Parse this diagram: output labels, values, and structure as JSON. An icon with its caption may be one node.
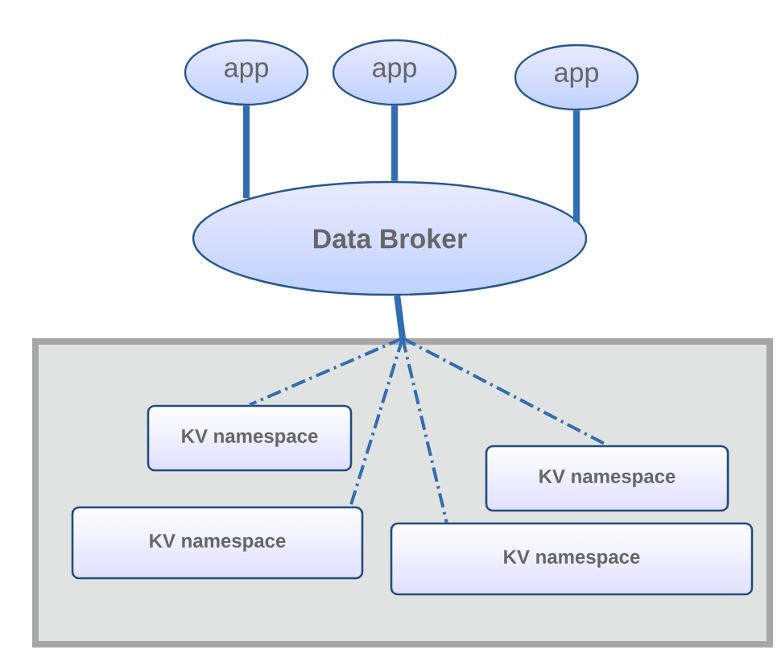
{
  "diagram": {
    "nodes": [
      {
        "text": [
          "app"
        ]
      },
      {
        "text": [
          "app"
        ]
      },
      {
        "text": [
          "app"
        ]
      },
      {
        "text": [
          "Data Broker"
        ]
      },
      {
        "text": [],
        "shape": "box"
      },
      {
        "text": [
          "KV namespace"
        ],
        "in": 4
      },
      {
        "text": [
          "KV namespace"
        ],
        "in": 4
      },
      {
        "text": [
          "KV namespace"
        ],
        "in": 4
      },
      {
        "text": [
          "KV namespace"
        ],
        "in": 4
      }
    ],
    "edges": [
      {
        "from": 0,
        "to": 3,
        "arrow": "none",
        "style": "thick"
      },
      {
        "from": 1,
        "to": 3,
        "arrow": "none",
        "style": "thick"
      },
      {
        "from": 2,
        "to": 3,
        "arrow": "none",
        "style": "thick"
      },
      {
        "from": 3,
        "to": 4,
        "arrow": "none",
        "style": "thick"
      },
      {
        "from": 4,
        "to": 5,
        "arrow": "none",
        "style": "dashed"
      },
      {
        "from": 4,
        "to": 6,
        "arrow": "none",
        "style": "dashed"
      },
      {
        "from": 4,
        "to": 7,
        "arrow": "none",
        "style": "dashed"
      },
      {
        "from": 4,
        "to": 8,
        "arrow": "none",
        "style": "dashed"
      }
    ]
  }
}
